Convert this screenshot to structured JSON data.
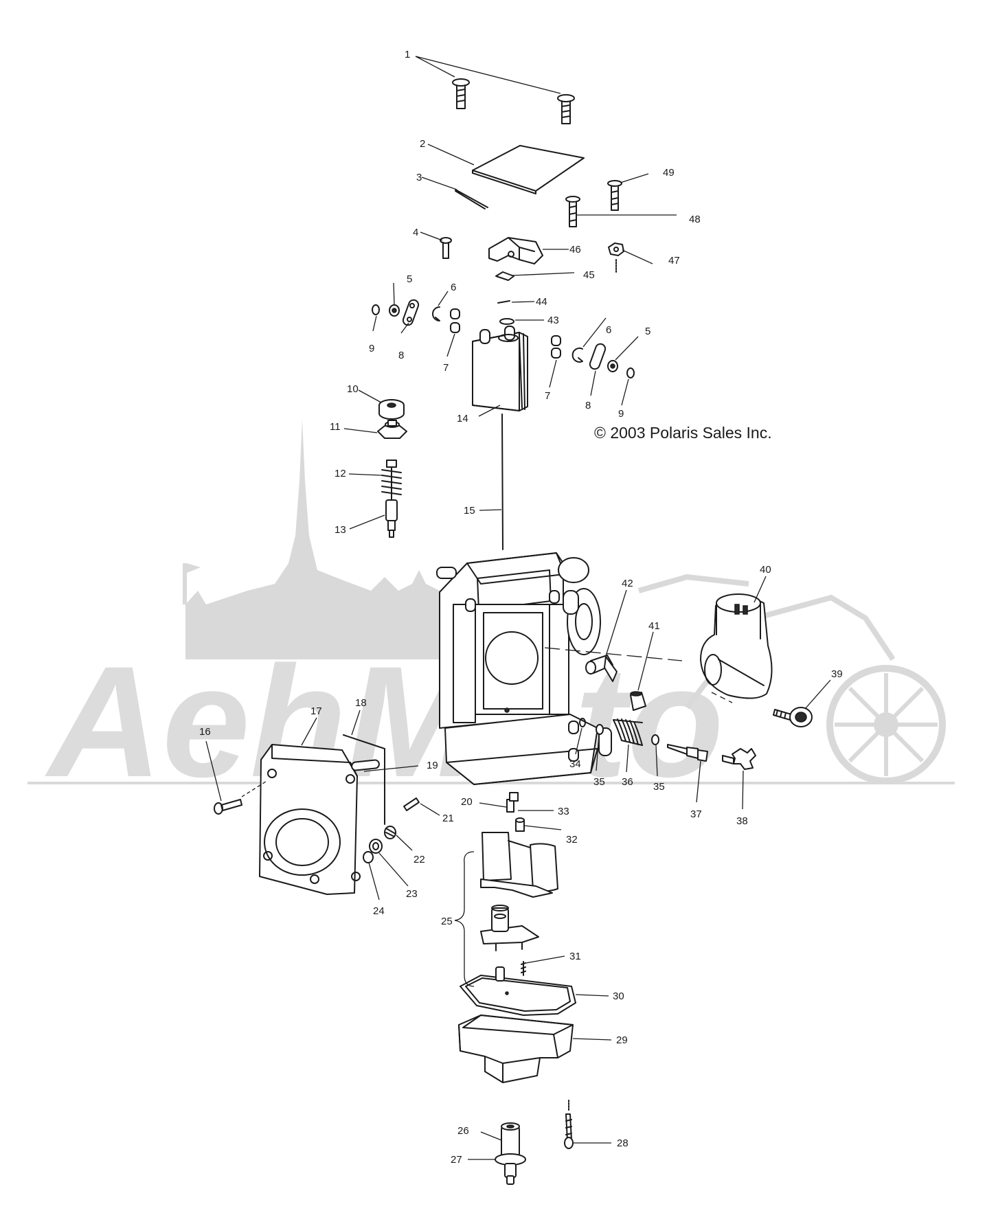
{
  "copyright": "© 2003 Polaris Sales Inc.",
  "watermark_text": "AehMoto",
  "callouts": {
    "c1": "1",
    "c2": "2",
    "c3": "3",
    "c4": "4",
    "c5a": "5",
    "c5b": "5",
    "c6a": "6",
    "c6b": "6",
    "c7a": "7",
    "c7b": "7",
    "c8a": "8",
    "c8b": "8",
    "c9a": "9",
    "c9b": "9",
    "c10": "10",
    "c11": "11",
    "c12": "12",
    "c13": "13",
    "c14": "14",
    "c15": "15",
    "c16": "16",
    "c17": "17",
    "c18": "18",
    "c19": "19",
    "c20": "20",
    "c21": "21",
    "c22": "22",
    "c23": "23",
    "c24": "24",
    "c25": "25",
    "c26": "26",
    "c27": "27",
    "c28": "28",
    "c29": "29",
    "c30": "30",
    "c31": "31",
    "c32": "32",
    "c33": "33",
    "c34": "34",
    "c35a": "35",
    "c35b": "35",
    "c36": "36",
    "c37": "37",
    "c38": "38",
    "c39": "39",
    "c40": "40",
    "c41": "41",
    "c42": "42",
    "c43": "43",
    "c44": "44",
    "c45": "45",
    "c46": "46",
    "c47": "47",
    "c48": "48",
    "c49": "49"
  }
}
